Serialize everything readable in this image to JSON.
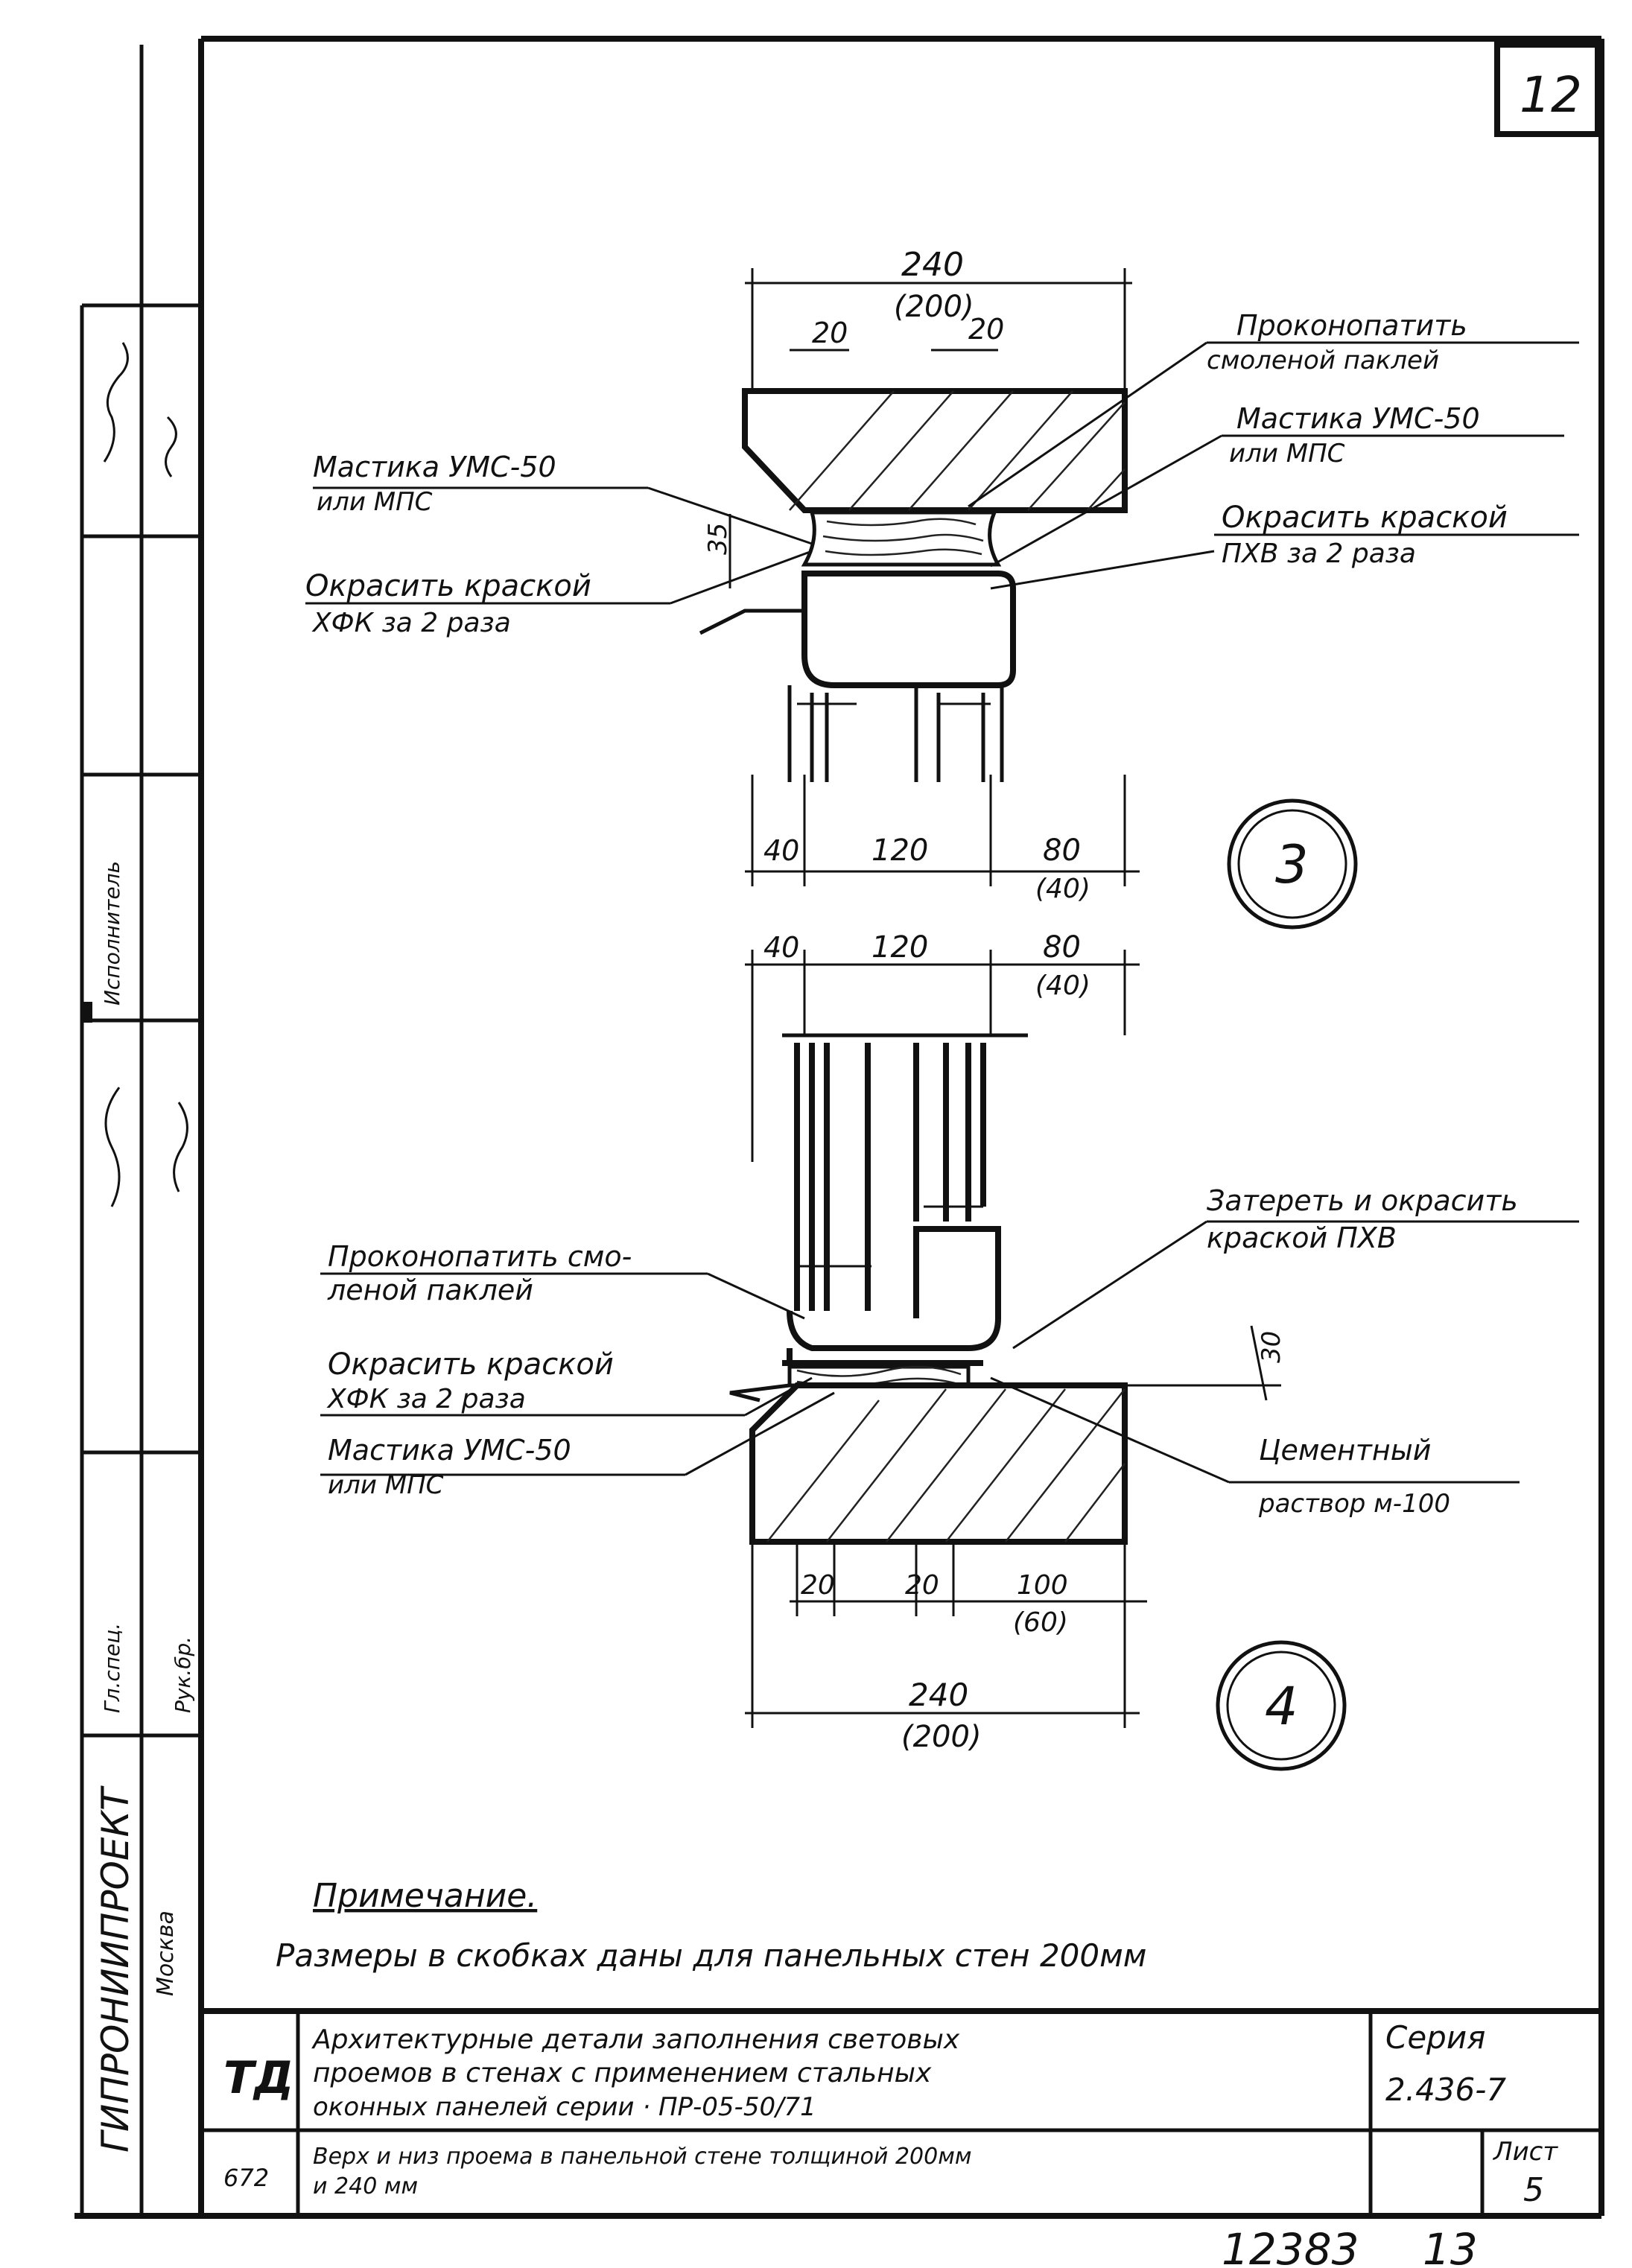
{
  "sheet_corner_number": "12",
  "detail3": {
    "number": "3",
    "dim_top": "240",
    "dim_top_alt": "(200)",
    "dim_a": "20",
    "dim_b": "20",
    "dim_35": "35",
    "dim_bottom": [
      "40",
      "120",
      "80"
    ],
    "dim_bottom_alt": "(40)",
    "callouts": {
      "caulk": [
        "Проконопатить",
        "смоленой паклей"
      ],
      "mastic_right": [
        "Мастика УМС-50",
        "или МПС"
      ],
      "paint_right": [
        "Окрасить краской",
        "ПХВ за 2 раза"
      ],
      "mastic_left": [
        "Мастика УМС-50",
        "или МПС"
      ],
      "paint_left": [
        "Окрасить краской",
        "ХФК за 2 раза"
      ]
    }
  },
  "detail4": {
    "number": "4",
    "dim_top": [
      "40",
      "120",
      "80"
    ],
    "dim_top_alt": "(40)",
    "dim_30": "30",
    "dim_bottom": [
      "20",
      "20",
      "100"
    ],
    "dim_bottom_alt": "(60)",
    "dim_total": "240",
    "dim_total_alt": "(200)",
    "callouts": {
      "plaster": [
        "Затереть и окрасить",
        "краской ПХВ"
      ],
      "caulk": [
        "Проконопатить смо-",
        "леной паклей"
      ],
      "paint": [
        "Окрасить краской",
        "ХФК за 2 раза"
      ],
      "mastic": [
        "Мастика УМС-50",
        "или МПС"
      ],
      "mortar": [
        "Цементный",
        "раствор м-100"
      ]
    }
  },
  "note": {
    "heading": "Примечание.",
    "text": "Размеры в скобках даны для панельных стен 200мм"
  },
  "title_block": {
    "logo": "ТД",
    "title_lines": [
      "Архитектурные детали заполнения световых",
      "проемов в стенах с применением стальных",
      "оконных панелей серии · ПР-05-50/71"
    ],
    "series_label": "Серия",
    "series_value": "2.436-7",
    "subtitle_lines": [
      "Верх и низ проема в панельной стене толщиной 200мм",
      "и 240 мм"
    ],
    "left_code": "672",
    "sheet_label": "Лист",
    "sheet_value": "5"
  },
  "side_stamp": {
    "org": "ГИПРОНИИПРОЕКТ",
    "org_sub": "Москва",
    "rows": [
      "Исполнитель",
      "Рук.бр.",
      "Гл.спец."
    ]
  },
  "footer": {
    "inventory": "12383",
    "copy_no": "13"
  }
}
